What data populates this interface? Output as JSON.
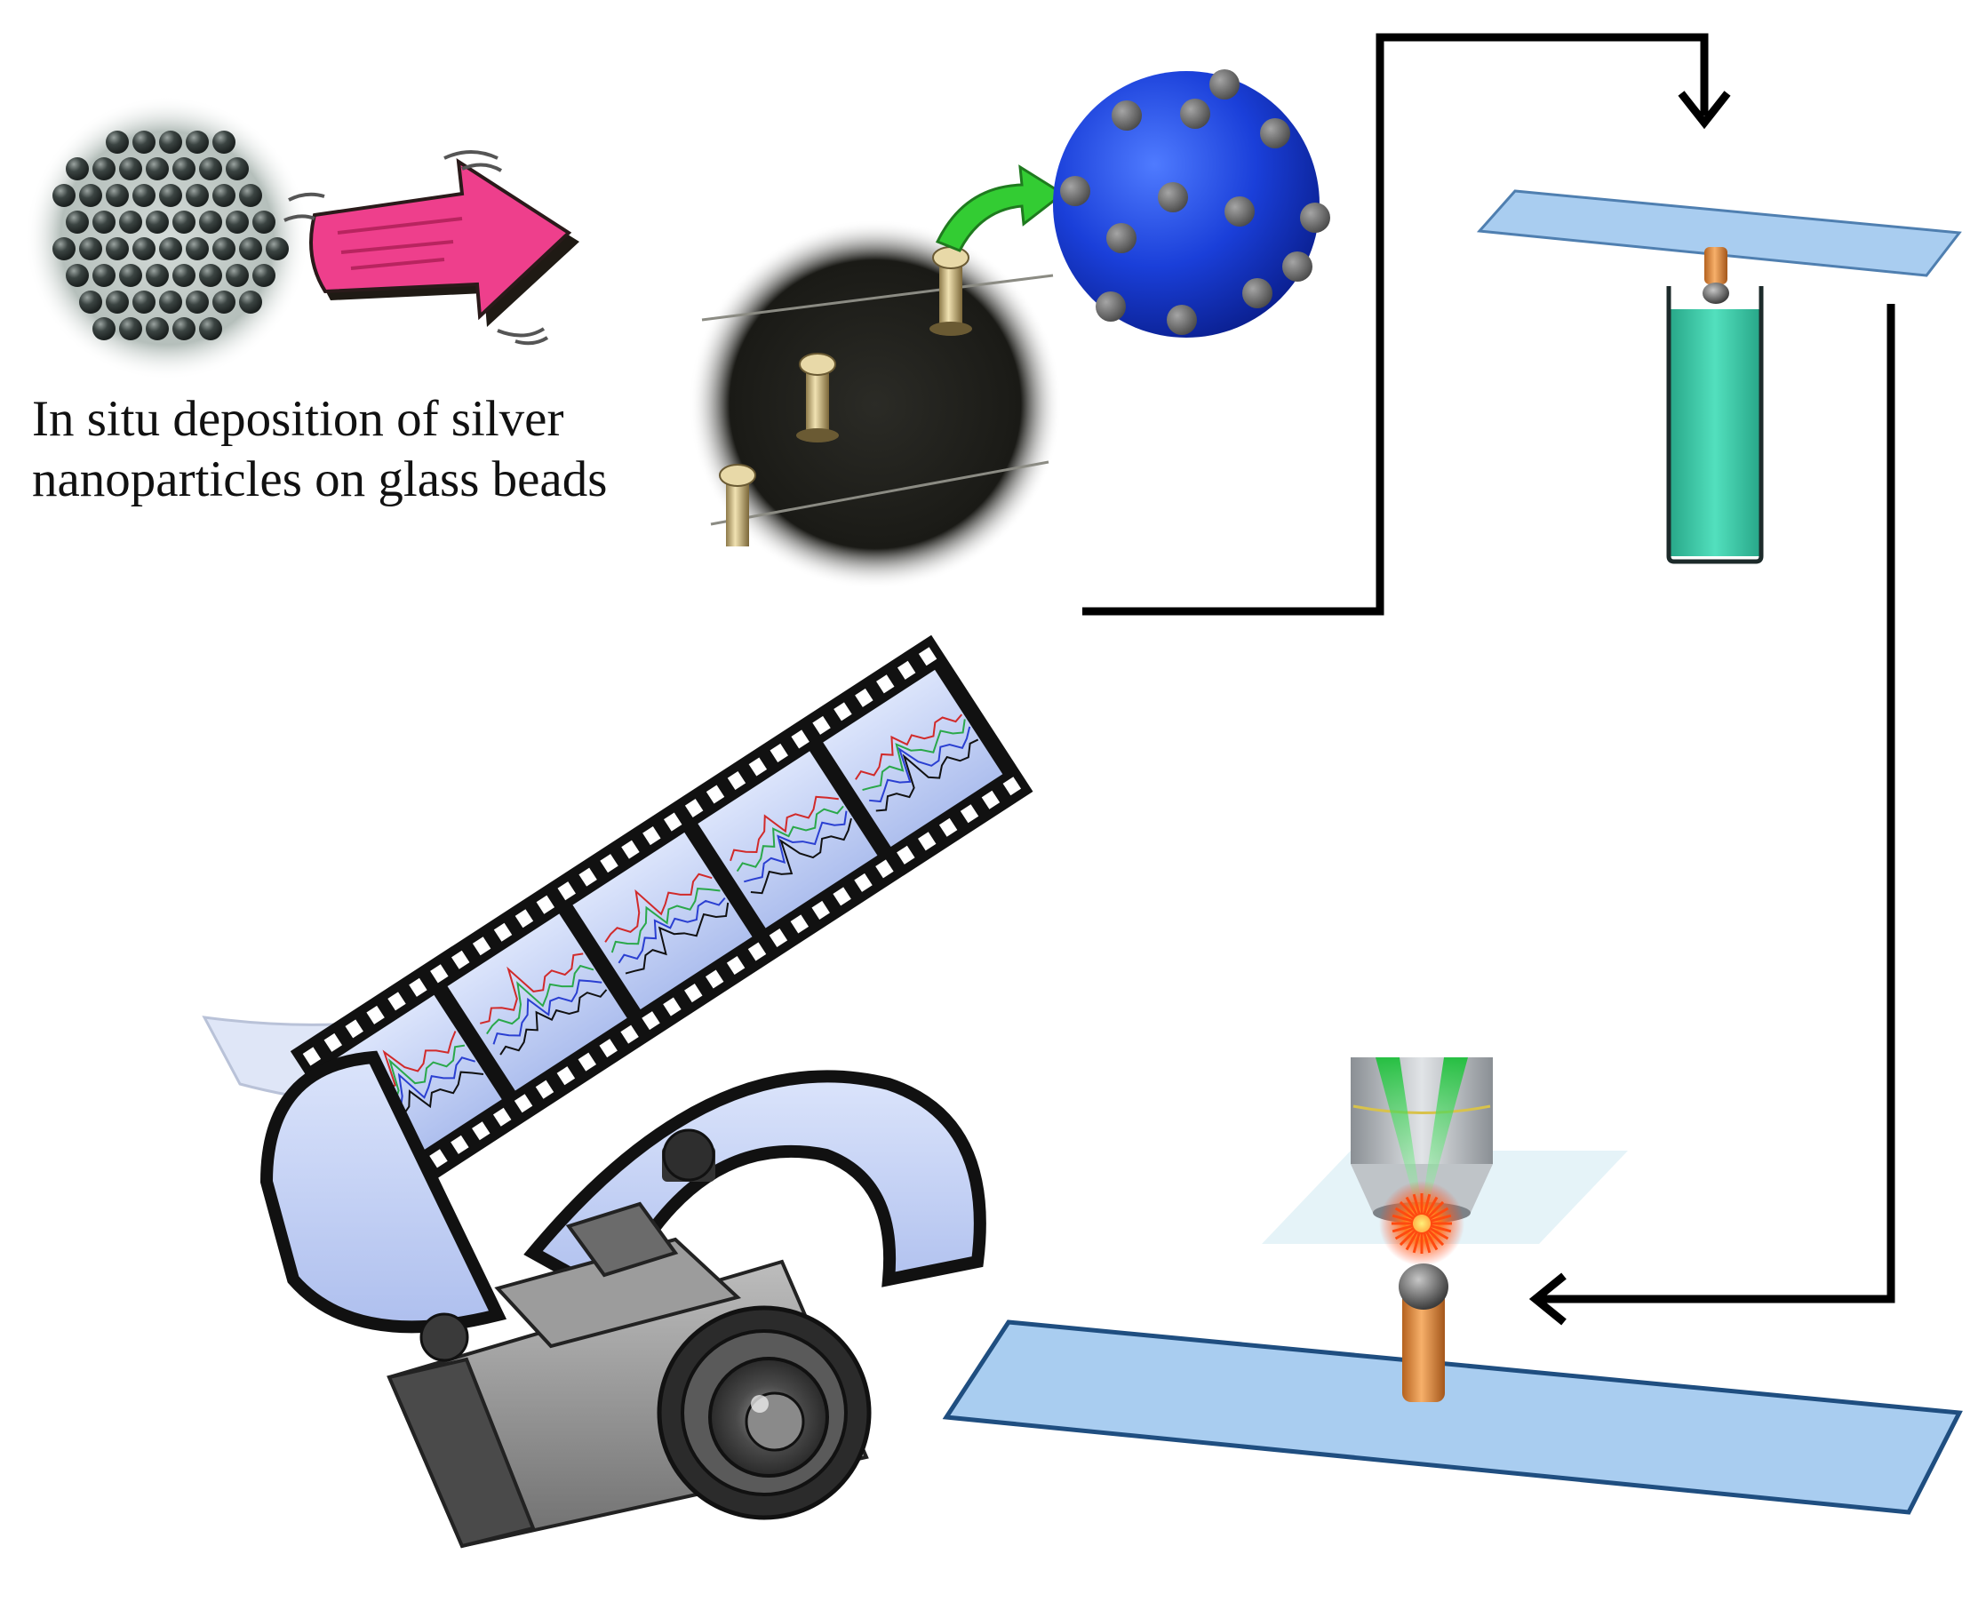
{
  "caption": {
    "line1": "In situ deposition of silver",
    "line2": "nanoparticles on glass beads"
  },
  "colors": {
    "flow_line": "#000000",
    "pink_arrow": "#ee3f8c",
    "green_arrow": "#33cc33",
    "nanosphere": "#1a3fd9",
    "silver_particle": "#6f6f6f",
    "glass_slide": "#a9cdf0",
    "slide_edge": "#1f4e80",
    "vial_liquid": "#1fbf9a",
    "pin_copper": "#e08a3c",
    "laser_green": "#22c444",
    "laser_spot": "#ff5a1a",
    "film_strip": "#111111",
    "film_frame": "#c9d6f5"
  },
  "icons": [
    "glass-beads-photo",
    "pink-arrow-icon",
    "pin-holder-photo",
    "green-curved-arrow-icon",
    "silver-coated-sphere-icon",
    "dip-slide-icon",
    "vial-icon",
    "microscope-objective-icon",
    "laser-spot-icon",
    "sample-pin-icon",
    "film-strip-icon",
    "camera-icon"
  ]
}
